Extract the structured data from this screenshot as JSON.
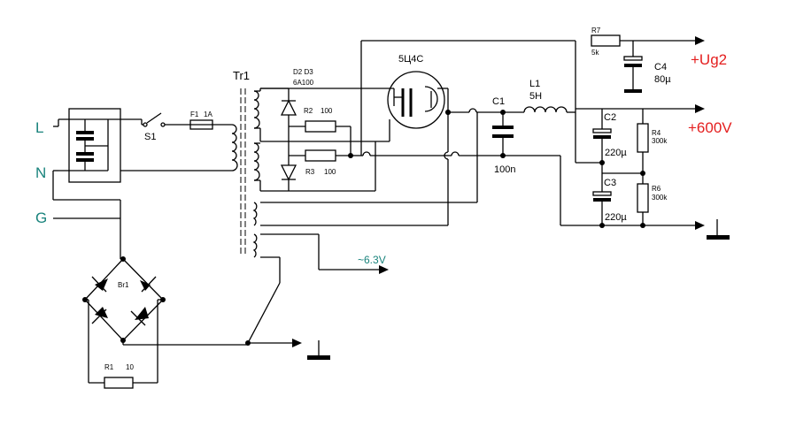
{
  "title": "",
  "terminals": {
    "line": "L",
    "neutral": "N",
    "ground": "G",
    "heater_out": "~6.3V",
    "screen_out": "+Ug2",
    "hv_out": "+600V"
  },
  "parts": {
    "transformer": "Tr1",
    "fuse": "F1",
    "fuse_rating": "1A",
    "switch": "S1",
    "diodes": "D2  D3",
    "diode_rating": "6A100",
    "r2": "R2",
    "r2_value": "100",
    "r3": "R3",
    "r3_value": "100",
    "tube": "5Ц4С",
    "c1": "C1",
    "c1_value": "100n",
    "l1": "L1",
    "l1_value": "5H",
    "c2": "C2",
    "c2_value": "220µ",
    "c3": "C3",
    "c3_value": "220µ",
    "r4": "R4",
    "r4_value": "300k",
    "r6": "R6",
    "r6_value": "300k",
    "r7": "R7",
    "r7_value": "5k",
    "c4": "C4",
    "c4_value": "80µ",
    "bridge": "Br1",
    "r1": "R1",
    "r1_value": "10"
  },
  "colors": {
    "mains_labels": "#19837c",
    "outputs": "#e41f1f",
    "lines": "#000000"
  }
}
